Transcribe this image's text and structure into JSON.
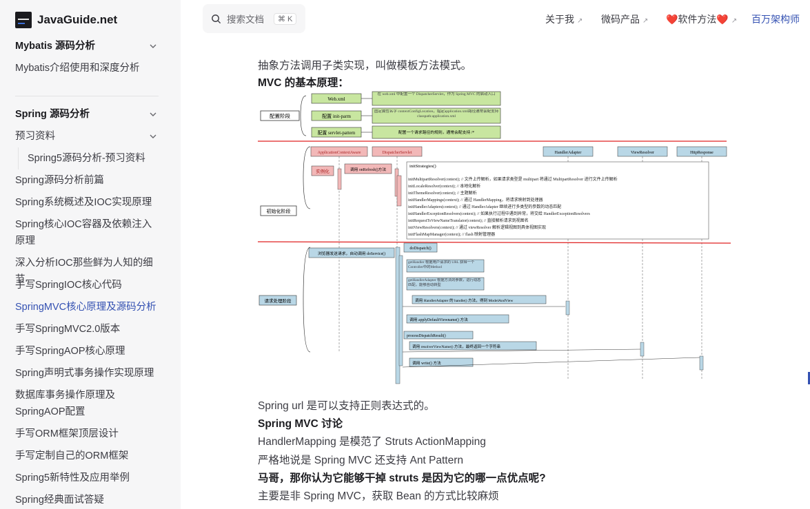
{
  "brand": {
    "name": "JavaGuide.net",
    "logo_icon": "javaguide-logo-icon"
  },
  "sidebar": {
    "items": [
      {
        "label": "Mybatis 源码分析",
        "kind": "section",
        "chevron": true
      },
      {
        "label": "Mybatis介绍使用和深度分析",
        "kind": "item"
      },
      {
        "label": "Spring 源码分析",
        "kind": "section",
        "chevron": true
      },
      {
        "label": "预习资料",
        "kind": "item",
        "chevron": true
      },
      {
        "label": "Spring5源码分析-预习资料",
        "kind": "sub"
      },
      {
        "label": "Spring源码分析前篇",
        "kind": "item"
      },
      {
        "label": "Spring系统概述及IOC实现原理",
        "kind": "item"
      },
      {
        "label": "Spring核心IOC容器及依赖注入",
        "kind": "item"
      },
      {
        "label": "原理",
        "kind": "item-cont"
      },
      {
        "label": "深入分析IOC那些鲜为人知的细节",
        "kind": "item"
      },
      {
        "label": "手写SpringIOC核心代码",
        "kind": "item"
      },
      {
        "label": "SpringMVC核心原理及源码分析",
        "kind": "active"
      },
      {
        "label": "手写SpringMVC2.0版本",
        "kind": "item"
      },
      {
        "label": "手写SpringAOP核心原理",
        "kind": "item"
      },
      {
        "label": "Spring声明式事务操作实现原理",
        "kind": "item"
      },
      {
        "label": "数据库事务操作原理及",
        "kind": "item"
      },
      {
        "label": "SpringAOP配置",
        "kind": "item-cont"
      },
      {
        "label": "手写ORM框架顶层设计",
        "kind": "item"
      },
      {
        "label": "手写定制自己的ORM框架",
        "kind": "item"
      },
      {
        "label": "Spring5新特性及应用举例",
        "kind": "item"
      },
      {
        "label": "Spring经典面试答疑",
        "kind": "item"
      }
    ]
  },
  "search": {
    "placeholder": "搜索文档",
    "shortcut": "⌘ K",
    "icon": "search-icon"
  },
  "topnav": {
    "about": "关于我",
    "products": "微码产品",
    "software": "❤️软件方法❤️",
    "architect": "百万架构师",
    "external_icon": "external-link-icon"
  },
  "content": {
    "line1": "抽象方法调用子类实现，叫做模板方法模式。",
    "heading1": "MVC 的基本原理：",
    "line2": "Spring url 是可以支持正则表达式的。",
    "heading2": "Spring MVC 讨论",
    "line3": "HandlerMapping 是模范了 Struts ActionMapping",
    "line4": "严格地说是 Spring MVC 还支持 Ant Pattern",
    "heading3": "马哥，那你认为它能够干掉 struts 是因为它的哪一点优点呢?",
    "line5": "主要是非 Spring MVC，获取 Bean 的方式比较麻烦"
  },
  "diagram": {
    "phase_config": "配置阶段",
    "phase_init": "初始化阶段",
    "phase_request": "请求处理阶段",
    "webxml": "Web.xml",
    "initparm": "配置 init-parm",
    "servletpattern": "配置 servlet-pattern",
    "note_webxml": "在 web.xml 中配置一个 DispatcherServlet，作为 Spring MVC 的启动入口",
    "note_initparm": "固定属性名字 contextConfigLocation，指定application.xml路径通常会配支持 classpath:application.xml",
    "note_pattern": "配置一个请求路径的规则，通常会配支持 /*",
    "col_ac": "ApplicationContextAware",
    "col_ds": "DispatcherServlet",
    "col_ha": "HandlerAdapter",
    "col_vr": "ViewResolver",
    "col_hr": "HttpResponse",
    "instantiate": "实例化",
    "onrefresh": "调用 onRefresh()方法",
    "init_title": "initStrategies()",
    "init_lines": [
      "initMultipartResolver(context);   // 文件上传解析，如果请求类型是 multipart 将通过 MultipartResolver 进行文件上传解析",
      "initLocaleResolver(context);                         // 本地化解析",
      "initThemeResolver(context);                          // 主题解析",
      "initHandlerMappings(context);        // 通过 HandlerMapping，将请求映射到处理器",
      "initHandlerAdapters(context);        // 通过 HandlerAdapter 继续进行多类型的参数的动态匹配",
      "initHandlerExceptionResolvers(context);  // 如果执行过程中遇到异常，将交给 HandlerExceptionResolvers",
      "initRequestToViewNameTranslator(context);   // 直接解析请求到视图名",
      "initViewResolvers(context);          // 通过 viewResolver 解析逻辑视图到具体视图实现",
      "initFlashMapManager(context);        // flash 映射管理器"
    ],
    "browser_req": "浏览器发送请求，自动调用 doService()",
    "dodispatch": "doDispatch()",
    "gethandler": "getHandler 根据用户请求的 URL 获得一个Controller中的Method",
    "getadapter": "getHandlerAdapter 根据方法的参数，进行动态匹配，能够自动转型",
    "handle": "调用 HandlerAdapter 的 handle() 方法，得到 ModelAndView",
    "applydefault": "调用 applyDefaultViewname() 方法",
    "process": "processDispatchResult()",
    "resolveview": "调用 resolverViewName() 方法，最终返回一个字符串",
    "write": "调用 write() 方法"
  },
  "colors": {
    "accent": "#3451b2",
    "diag_red": "#e02020",
    "diag_green": "#c8e6a0",
    "diag_pink": "#f2b8b8",
    "diag_blue": "#b9d7e6"
  }
}
